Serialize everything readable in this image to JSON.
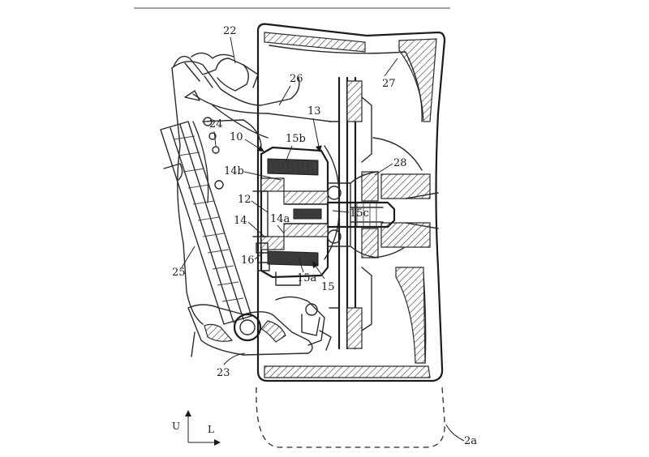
{
  "labels": {
    "l22": "22",
    "l26": "26",
    "l13": "13",
    "l27": "27",
    "l10": "10",
    "l24": "24",
    "l15b": "15b",
    "l14b": "14b",
    "l28": "28",
    "l12": "12",
    "l14a": "14a",
    "l15c": "15c",
    "l14": "14",
    "l16": "16",
    "l15a": "15a",
    "l15": "15",
    "l25": "25",
    "l23": "23",
    "l2a": "2a"
  },
  "axes": {
    "up": "U",
    "left": "L"
  }
}
